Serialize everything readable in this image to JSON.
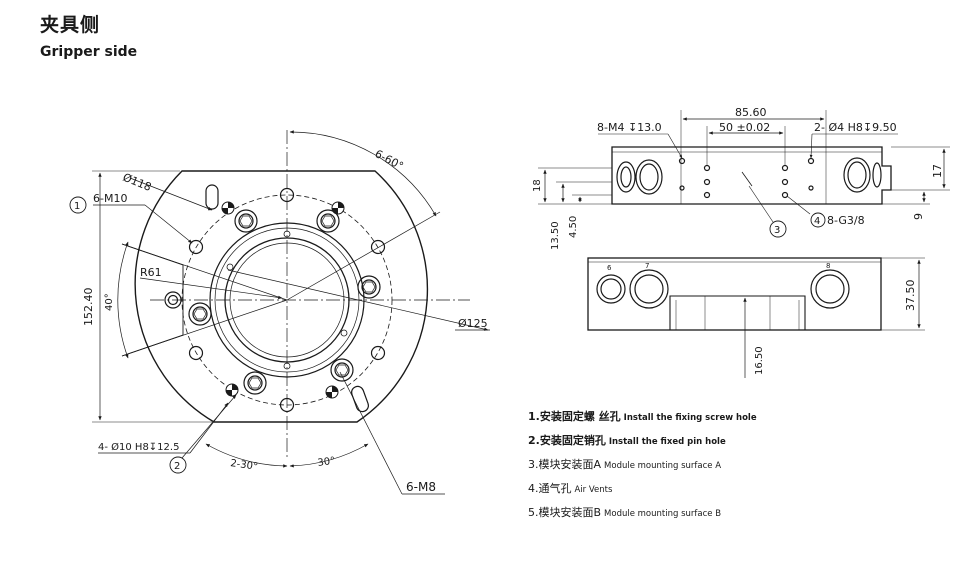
{
  "header": {
    "title_cn": "夹具侧",
    "title_en": "Gripper side"
  },
  "front_view": {
    "dims": {
      "bolt_circle": "Ø118",
      "callout1_label": "6-M10",
      "radius": "R61",
      "height": "152.40",
      "angle_40": "40°",
      "angle_6x60": "6-60°",
      "diameter": "Ø125",
      "pin_holes": "4- Ø10 H8↧12.5",
      "angle_2x30": "2-30°",
      "angle_30": "30°",
      "thread_m8": "6-M8"
    },
    "callouts": [
      "1",
      "2"
    ]
  },
  "side_view": {
    "dims": {
      "width_top": "85.60",
      "width_inner": "50 ±0.02",
      "thread_m4": "8-M4 ↧13.0",
      "pin_h8": "2- Ø4 H8↧9.50",
      "h18": "18",
      "h17": "17",
      "h1350": "13.50",
      "h450": "4.50",
      "h9": "9",
      "g38": "8-G3/8"
    },
    "callouts": [
      "3",
      "4"
    ]
  },
  "bottom_view": {
    "dims": {
      "h3750": "37.50",
      "h1650": "16.50"
    },
    "port_labels": [
      "6",
      "7",
      "8"
    ]
  },
  "legend": [
    {
      "cn": "1.安装固定螺 丝孔",
      "en": "Install the fixing screw hole",
      "bold": true
    },
    {
      "cn": "2.安装固定销孔",
      "en": "Install the fixed pin hole",
      "bold": true
    },
    {
      "cn": "3.模块安装面A",
      "en": "Module mounting surface A",
      "bold": false
    },
    {
      "cn": "4.通气孔",
      "en": "Air Vents",
      "bold": false
    },
    {
      "cn": "5.模块安装面B",
      "en": "Module mounting surface B",
      "bold": false
    }
  ]
}
